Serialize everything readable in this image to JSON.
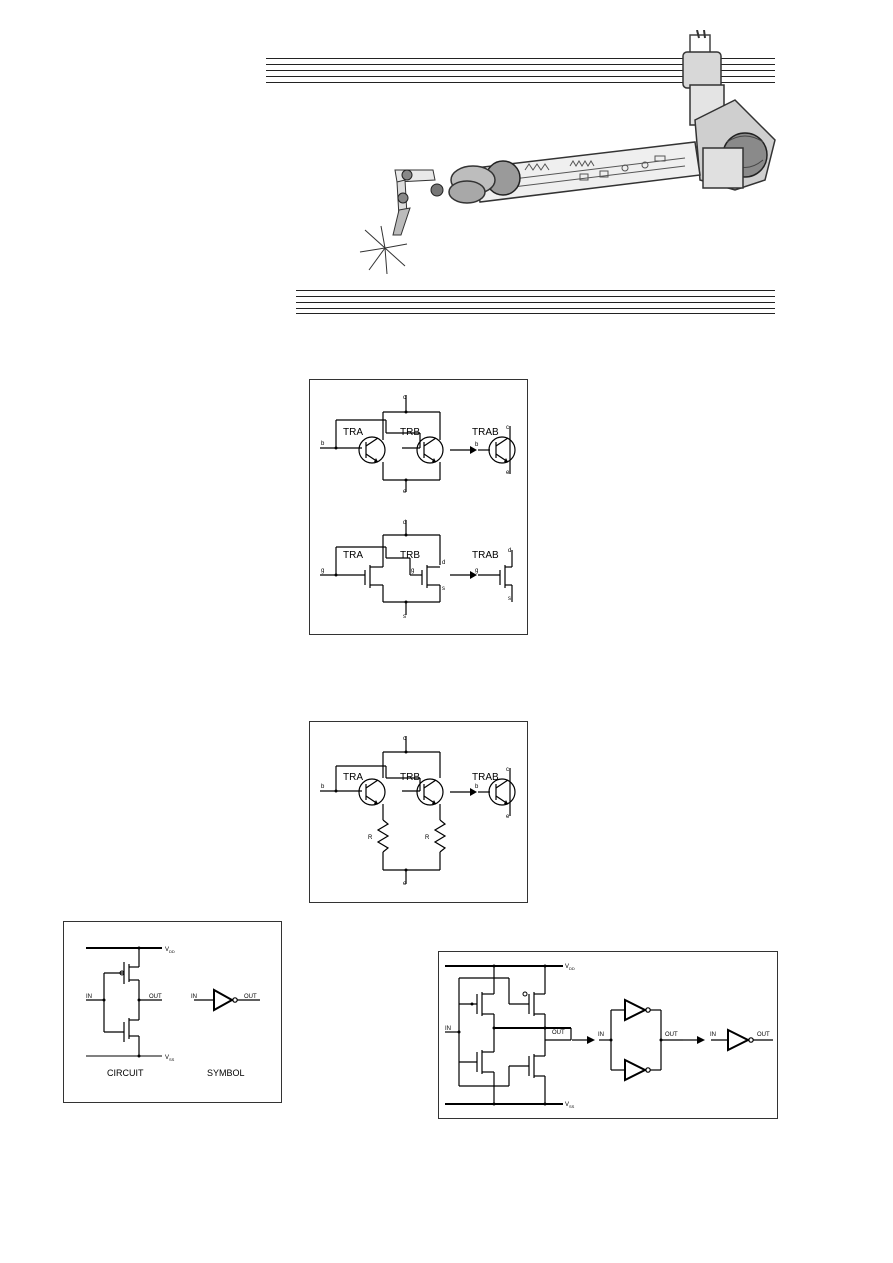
{
  "fig1": {
    "bjt": {
      "c": "c",
      "b": "b",
      "e": "e",
      "tra": "TRA",
      "trb": "TRB",
      "trab": "TRAB"
    },
    "mos": {
      "d": "d",
      "g": "g",
      "s": "s",
      "tra": "TRA",
      "trb": "TRB",
      "trab": "TRAB"
    }
  },
  "fig2": {
    "c": "c",
    "b": "b",
    "e": "e",
    "r": "R",
    "tra": "TRA",
    "trb": "TRB",
    "trab": "TRAB"
  },
  "fig3": {
    "vdd": "V",
    "vdd_sub": "DD",
    "vss": "V",
    "vss_sub": "SS",
    "in": "IN",
    "out": "OUT",
    "caption_circuit": "CIRCUIT",
    "caption_symbol": "SYMBOL"
  },
  "fig4": {
    "vdd": "V",
    "vdd_sub": "DD",
    "vss": "V",
    "vss_sub": "SS",
    "in": "IN",
    "out": "OUT"
  },
  "colors": {
    "ink": "#000000",
    "frame": "#333333",
    "sketch": "#5a5a5a"
  },
  "decor": {
    "illustration": "robot-arm-welding-sketch"
  }
}
